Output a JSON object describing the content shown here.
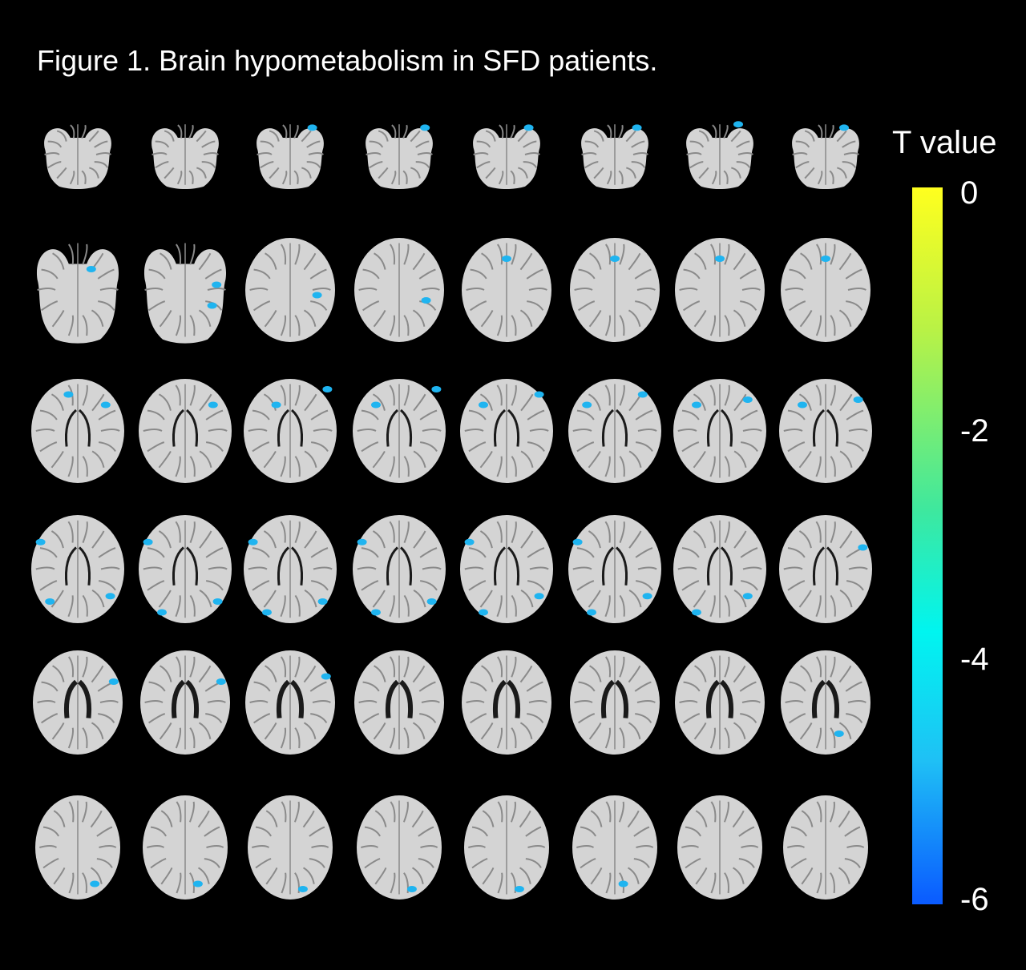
{
  "figure": {
    "title": "Figure 1. Brain hypometabolism in SFD patients."
  },
  "colorbar": {
    "label": "T value",
    "ticks": [
      "0",
      "-2",
      "-4",
      "-6"
    ],
    "range": [
      -6,
      0
    ],
    "colors": {
      "top": "#ffff1e",
      "mid": "#00f5f0",
      "bottom": "#0a5aff"
    }
  },
  "colors": {
    "background": "#000000",
    "tissue": "#d4d4d4",
    "gyri": "#8a8a8a",
    "ventricle": "#1a1a1a",
    "hypometabolism": "#1fb4f0"
  },
  "slices": {
    "rows": 6,
    "cols": 8,
    "count": 48,
    "orientation": "axial"
  }
}
